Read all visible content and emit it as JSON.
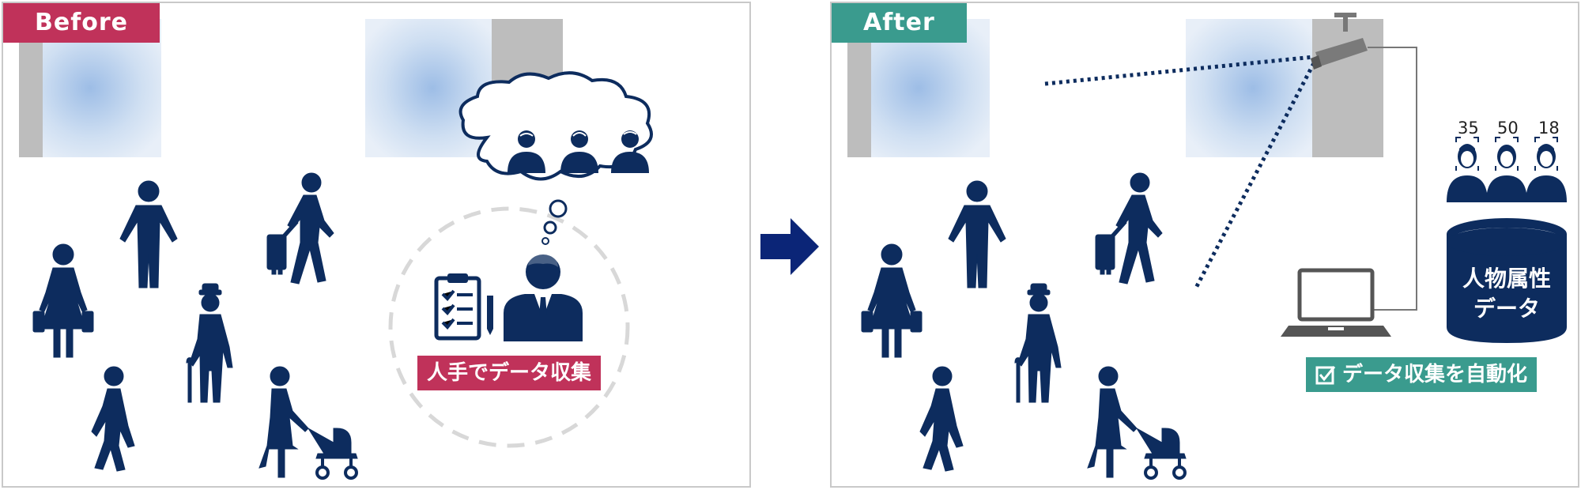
{
  "before": {
    "tag": "Before",
    "caption": "人手でデータ収集"
  },
  "after": {
    "tag": "After",
    "caption": "データ収集を自動化",
    "database_label_line1": "人物属性",
    "database_label_line2": "データ",
    "ages": [
      "35",
      "50",
      "18"
    ]
  },
  "colors": {
    "before_accent": "#c0325a",
    "after_accent": "#3a9b8e",
    "figure_navy": "#0d2c5e",
    "arrow_navy": "#0b2577",
    "wall_gray": "#bdbdbd"
  },
  "icons": [
    "person-icon",
    "clipboard-icon",
    "pen-icon",
    "businessman-icon",
    "thought-bubble-icon",
    "security-camera-icon",
    "laptop-icon",
    "database-icon",
    "checkbox-icon",
    "stroller-icon",
    "suitcase-icon",
    "shopping-bag-icon",
    "cane-icon"
  ]
}
